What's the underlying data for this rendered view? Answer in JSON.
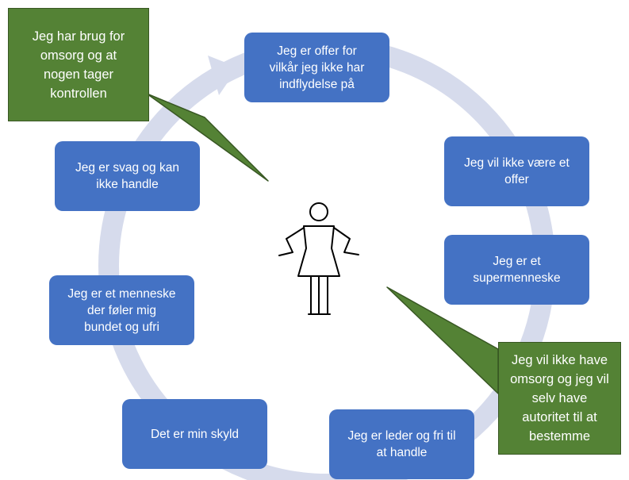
{
  "nodes": [
    "Jeg er offer for\nvilkår jeg ikke har\nindflydelse på",
    "Jeg vil ikke være et\noffer",
    "Jeg er et\nsupermenneske",
    "Jeg er leder og fri til\nat handle",
    "Det er min skyld",
    "Jeg er et menneske\nder føler mig\nbundet og ufri",
    "Jeg er svag og kan\nikke handle"
  ],
  "callouts": {
    "top_left": "Jeg har brug for\nomsorg og at\nnogen tager\nkontrollen",
    "bottom_right": "Jeg vil ikke have\nomsorg og jeg vil\nselv have\nautoritet til at\nbestemme"
  },
  "center_icon": "person-shrugging-icon",
  "colors": {
    "node_fill": "#4472c4",
    "callout_fill": "#548235",
    "cycle_ring": "#d6dbec"
  }
}
